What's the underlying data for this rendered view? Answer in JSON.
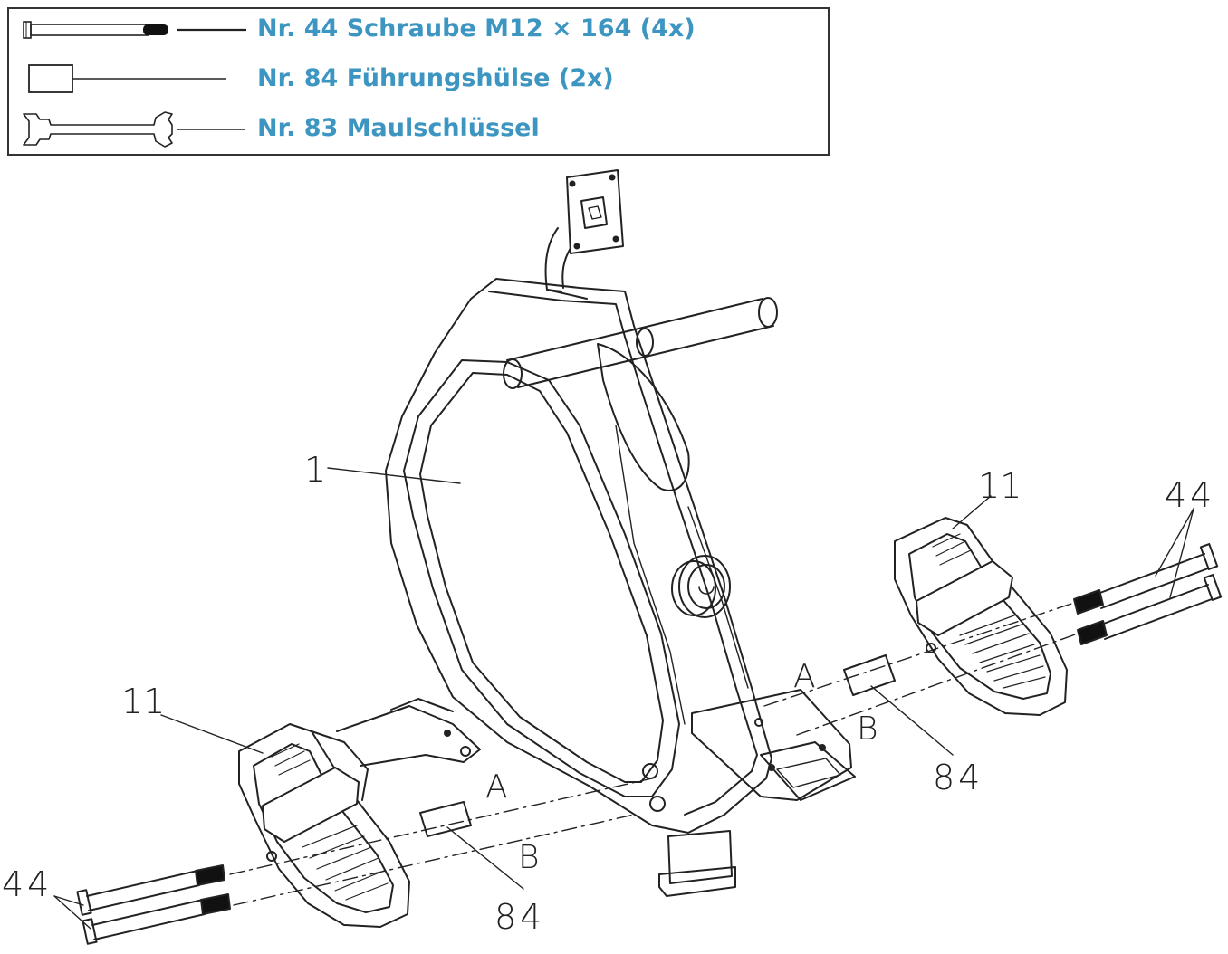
{
  "legend": {
    "items": [
      {
        "label": "Nr. 44 Schraube M12 × 164 (4x)",
        "icon": "bolt-icon"
      },
      {
        "label": "Nr. 84 Führungshülse (2x)",
        "icon": "sleeve-icon"
      },
      {
        "label": "Nr. 83 Maulschlüssel",
        "icon": "wrench-icon"
      }
    ]
  },
  "callouts": {
    "part_1": "1",
    "part_11_right": "11",
    "part_11_left": "11",
    "part_44_right": "44",
    "part_44_left": "44",
    "part_84_right": "84",
    "part_84_left": "84",
    "line_a_right": "A",
    "line_b_right": "B",
    "line_a_left": "A",
    "line_b_left": "B"
  },
  "colors": {
    "accent": "#3c96c1",
    "line": "#222222"
  }
}
